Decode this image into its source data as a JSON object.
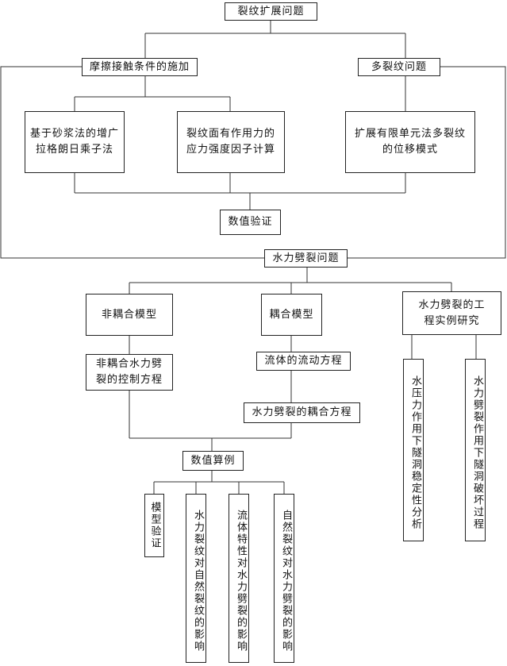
{
  "nodes": {
    "root": "裂纹扩展问题",
    "friction": "摩擦接触条件的施加",
    "multi_crack": "多裂纹问题",
    "mortar": "基于砂浆法的增广\n拉格朗日乘子法",
    "sif": "裂纹面有作用力的\n应力强度因子计算",
    "xfem": "扩展有限单元法多裂纹\n的位移模式",
    "num_verify": "数值验证",
    "hydro": "水力劈裂问题",
    "noncoupled": "非耦合模型",
    "coupled": "耦合模型",
    "case_study": "水力劈裂的工\n程实例研究",
    "noncoupled_eq": "非耦合水力劈\n裂的控制方程",
    "fluid_eq": "流体的流动方程",
    "coupled_eq": "水力劈裂的耦合方程",
    "examples": "数值算例",
    "leaf_model": "模型验证",
    "leaf_natural": "水力裂纹对自然裂纹的影响",
    "leaf_fluid": "流体特性对水力劈裂的影响",
    "leaf_nat_hydro": "自然裂纹对水力劈裂的影响",
    "tunnel_stability": "水压力作用下隧洞稳定性分析",
    "tunnel_failure": "水力劈裂作用下隧洞破坏过程"
  }
}
